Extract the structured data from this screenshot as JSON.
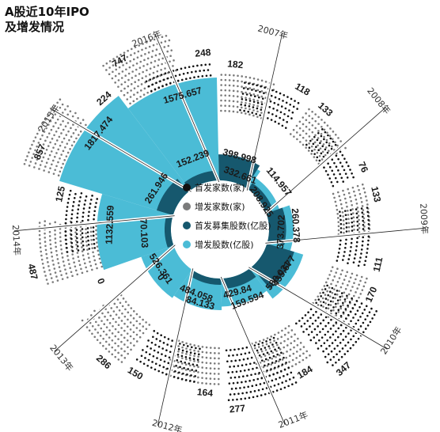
{
  "title_line1": "A股近10年IPO",
  "title_line2": "及增发情况",
  "colors": {
    "ipo_count": "#111111",
    "add_count": "#7b7b7b",
    "ipo_shares": "#16586e",
    "add_shares": "#4bbcd6"
  },
  "chart_data": {
    "type": "radial-bar",
    "categories": [
      "2007年",
      "2008年",
      "2009年",
      "2010年",
      "2011年",
      "2012年",
      "2013年",
      "2014年",
      "2015年",
      "2016年"
    ],
    "series": [
      {
        "name": "首发家数(家)",
        "values": [
          118,
          76,
          111,
          347,
          277,
          150,
          0,
          125,
          224,
          248
        ]
      },
      {
        "name": "增发家数(家)",
        "values": [
          182,
          133,
          133,
          170,
          184,
          164,
          286,
          487,
          857,
          747
        ]
      },
      {
        "name": "首发募集股数(亿股)",
        "values": [
          398.998,
          114.957,
          260.378,
          435.677,
          159.594,
          84.133,
          0,
          70.103,
          261.946,
          152.239
        ]
      },
      {
        "name": "增发股数(亿股)",
        "values": [
          332.661,
          208.925,
          373.702,
          580.031,
          429.84,
          484.058,
          526.361,
          1132.559,
          1817.474,
          1575.657
        ]
      }
    ],
    "legend": [
      "首发家数(家)",
      "增发家数(家)",
      "首发募集股数(亿股)",
      "增发股数(亿股)"
    ],
    "legend_position": "center"
  }
}
